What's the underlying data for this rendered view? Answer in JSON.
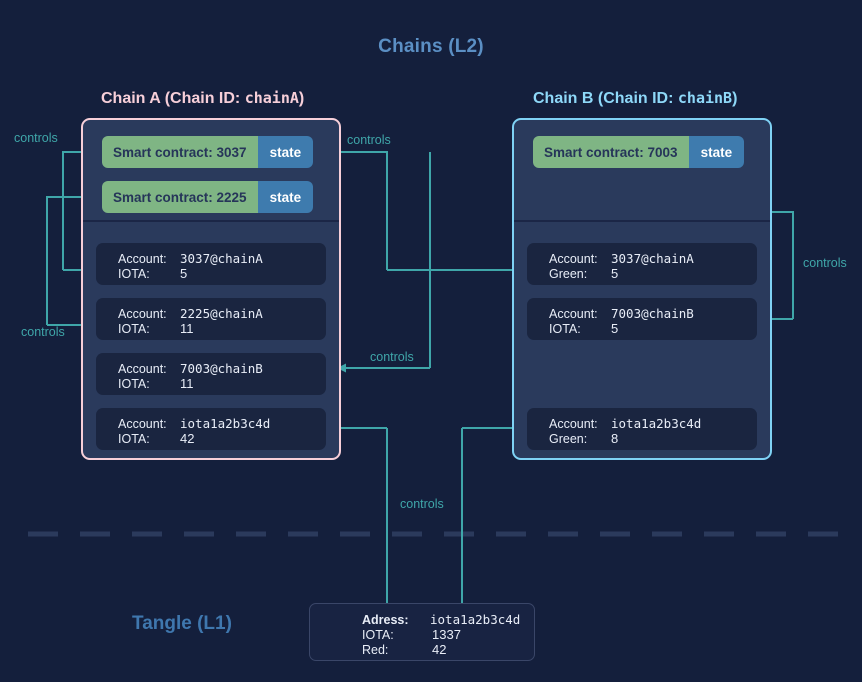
{
  "diagram": {
    "title": "Chains (L2)",
    "tangle_title": "Tangle (L1)",
    "edge_label": "controls",
    "colors": {
      "background": "#141f3c",
      "chain_fill": "#2a3a5c",
      "account_fill": "#1a2540",
      "chain_a_border": "#f7cfd9",
      "chain_b_border": "#7fd2f5",
      "contract_green": "#7fb584",
      "state_blue": "#3e7bae",
      "arrow_teal": "#3fa6a9",
      "title_blue": "#5b8fc4",
      "dash_grey": "#2b3a5c"
    }
  },
  "chains": [
    {
      "id": "chainA",
      "title_prefix": "Chain A (Chain ID: ",
      "title_id": "chainA",
      "title_suffix": ")",
      "contracts": [
        {
          "label": "Smart contract: 3037",
          "state_label": "state"
        },
        {
          "label": "Smart contract: 2225",
          "state_label": "state"
        }
      ],
      "accounts": [
        {
          "k1": "Account:",
          "v1": "3037@chainA",
          "k2": "IOTA:",
          "v2": "5"
        },
        {
          "k1": "Account:",
          "v1": "2225@chainA",
          "k2": "IOTA:",
          "v2": "11"
        },
        {
          "k1": "Account:",
          "v1": "7003@chainB",
          "k2": "IOTA:",
          "v2": "11"
        },
        {
          "k1": "Account:",
          "v1": "iota1a2b3c4d",
          "k2": "IOTA:",
          "v2": "42"
        }
      ]
    },
    {
      "id": "chainB",
      "title_prefix": "Chain B (Chain ID: ",
      "title_id": "chainB",
      "title_suffix": ")",
      "contracts": [
        {
          "label": "Smart contract: 7003",
          "state_label": "state"
        }
      ],
      "accounts": [
        {
          "k1": "Account:",
          "v1": "3037@chainA",
          "k2": "Green:",
          "v2": "5"
        },
        {
          "k1": "Account:",
          "v1": "7003@chainB",
          "k2": "IOTA:",
          "v2": "5"
        },
        {
          "k1": "Account:",
          "v1": "iota1a2b3c4d",
          "k2": "Green:",
          "v2": "8"
        }
      ]
    }
  ],
  "tangle": {
    "address_key": "Adress:",
    "address_value": "iota1a2b3c4d",
    "iota_key": "IOTA:",
    "iota_value": "1337",
    "red_key": "Red:",
    "red_value": "42"
  },
  "edges": [
    {
      "name": "controls-a-top-left",
      "label": "controls"
    },
    {
      "name": "controls-a-bottom-left",
      "label": "controls"
    },
    {
      "name": "controls-a-to-b-top",
      "label": "controls"
    },
    {
      "name": "controls-b-to-a-mid",
      "label": "controls"
    },
    {
      "name": "controls-b-right",
      "label": "controls"
    },
    {
      "name": "controls-tangle",
      "label": "controls"
    }
  ]
}
